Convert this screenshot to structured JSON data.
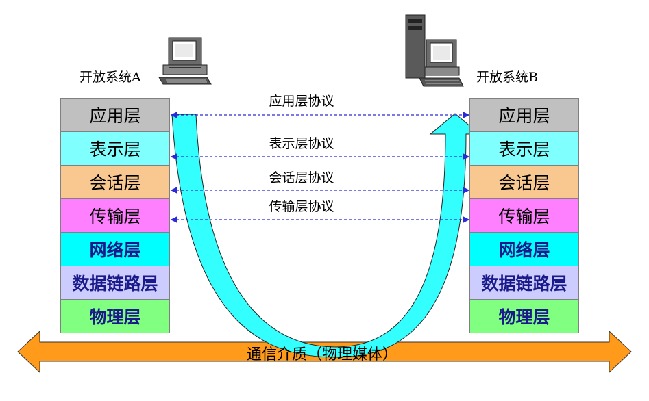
{
  "system_a": {
    "label": "开放系统A"
  },
  "system_b": {
    "label": "开放系统B"
  },
  "layers": [
    {
      "name": "应用层",
      "color": "#c0c0c0",
      "bold": false
    },
    {
      "name": "表示层",
      "color": "#80ffff",
      "bold": false
    },
    {
      "name": "会话层",
      "color": "#f9c891",
      "bold": false
    },
    {
      "name": "传输层",
      "color": "#ff80ff",
      "bold": false
    },
    {
      "name": "网络层",
      "color": "#00ffff",
      "bold": true
    },
    {
      "name": "数据链路层",
      "color": "#ccccff",
      "bold": true
    },
    {
      "name": "物理层",
      "color": "#80ff80",
      "bold": true
    }
  ],
  "protocols": [
    {
      "label": "应用层协议"
    },
    {
      "label": "表示层协议"
    },
    {
      "label": "会话层协议"
    },
    {
      "label": "传输层协议"
    }
  ],
  "medium": {
    "label": "通信介质（物理媒体）",
    "color": "#ff9a1a"
  },
  "flow_arrow": {
    "color": "#33ffff"
  },
  "protocol_line_color": "#2a2ad8"
}
